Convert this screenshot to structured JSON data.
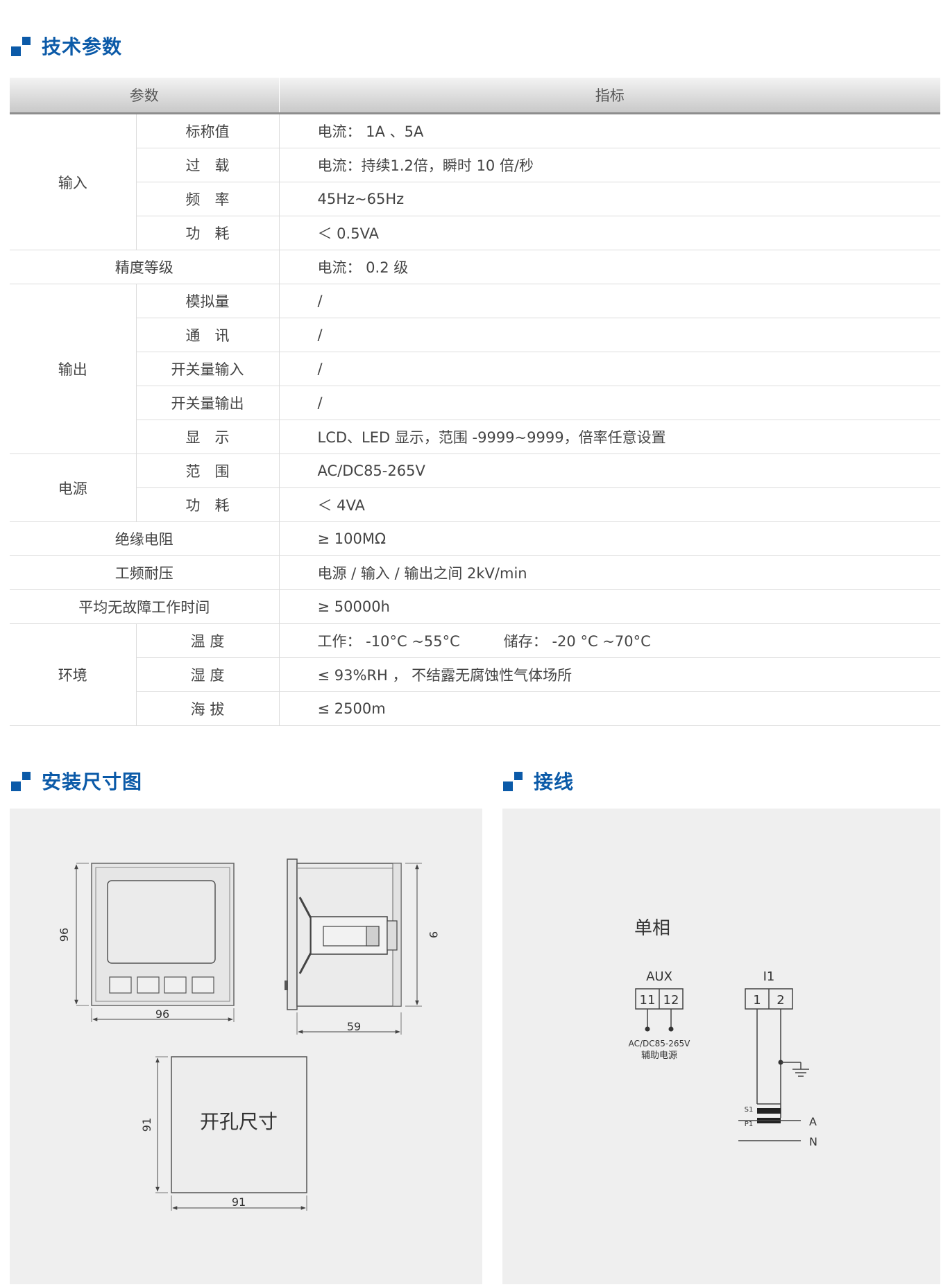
{
  "sections": {
    "params_title": "技术参数",
    "install_title": "安装尺寸图",
    "wiring_title": "接线"
  },
  "table": {
    "headers": [
      "参数",
      "指标"
    ],
    "rows": [
      {
        "group": "输入",
        "item": "标称值",
        "value": "电流： 1A 、5A"
      },
      {
        "group": "",
        "item": "过　载",
        "value": "电流：持续1.2倍，瞬时 10 倍/秒"
      },
      {
        "group": "",
        "item": "频　率",
        "value": "45Hz~65Hz"
      },
      {
        "group": "",
        "item": "功　耗",
        "value": "＜ 0.5VA"
      },
      {
        "group": "精度等级",
        "item": "",
        "value": "电流： 0.2 级"
      },
      {
        "group": "输出",
        "item": "模拟量",
        "value": "/"
      },
      {
        "group": "",
        "item": "通　讯",
        "value": "/"
      },
      {
        "group": "",
        "item": "开关量输入",
        "value": "/"
      },
      {
        "group": "",
        "item": "开关量输出",
        "value": "/"
      },
      {
        "group": "",
        "item": "显　示",
        "value": "LCD、LED 显示，范围 -9999~9999，倍率任意设置"
      },
      {
        "group": "电源",
        "item": "范　围",
        "value": "AC/DC85-265V"
      },
      {
        "group": "",
        "item": "功　耗",
        "value": "＜ 4VA"
      },
      {
        "group": "绝缘电阻",
        "item": "",
        "value": "≥ 100MΩ"
      },
      {
        "group": "工频耐压",
        "item": "",
        "value": "电源 / 输入 / 输出之间 2kV/min"
      },
      {
        "group": "平均无故障工作时间",
        "item": "",
        "value": "≥ 50000h"
      },
      {
        "group": "环境",
        "item": "温 度",
        "value": "工作： -10°C ~55°C　　　储存： -20 °C ~70°C"
      },
      {
        "group": "",
        "item": "湿 度",
        "value": "≤ 93%RH ， 不结露无腐蚀性气体场所"
      },
      {
        "group": "",
        "item": "海 拔",
        "value": "≤ 2500m"
      }
    ]
  },
  "dimensions": {
    "front_height": "96",
    "front_width": "96",
    "side_height": "9",
    "side_depth": "59",
    "cutout_label": "开孔尺寸",
    "cutout_height": "91",
    "cutout_width": "91"
  },
  "wiring": {
    "mode_label": "单相",
    "aux_label": "AUX",
    "aux_terminal_1": "11",
    "aux_terminal_2": "12",
    "supply_label": "AC/DC85-265V",
    "supply_desc": "辅助电源",
    "input_label": "I1",
    "input_terminal_1": "1",
    "input_terminal_2": "2",
    "ct_s1": "S1",
    "ct_p1": "P1",
    "line_a": "A",
    "line_n": "N"
  }
}
